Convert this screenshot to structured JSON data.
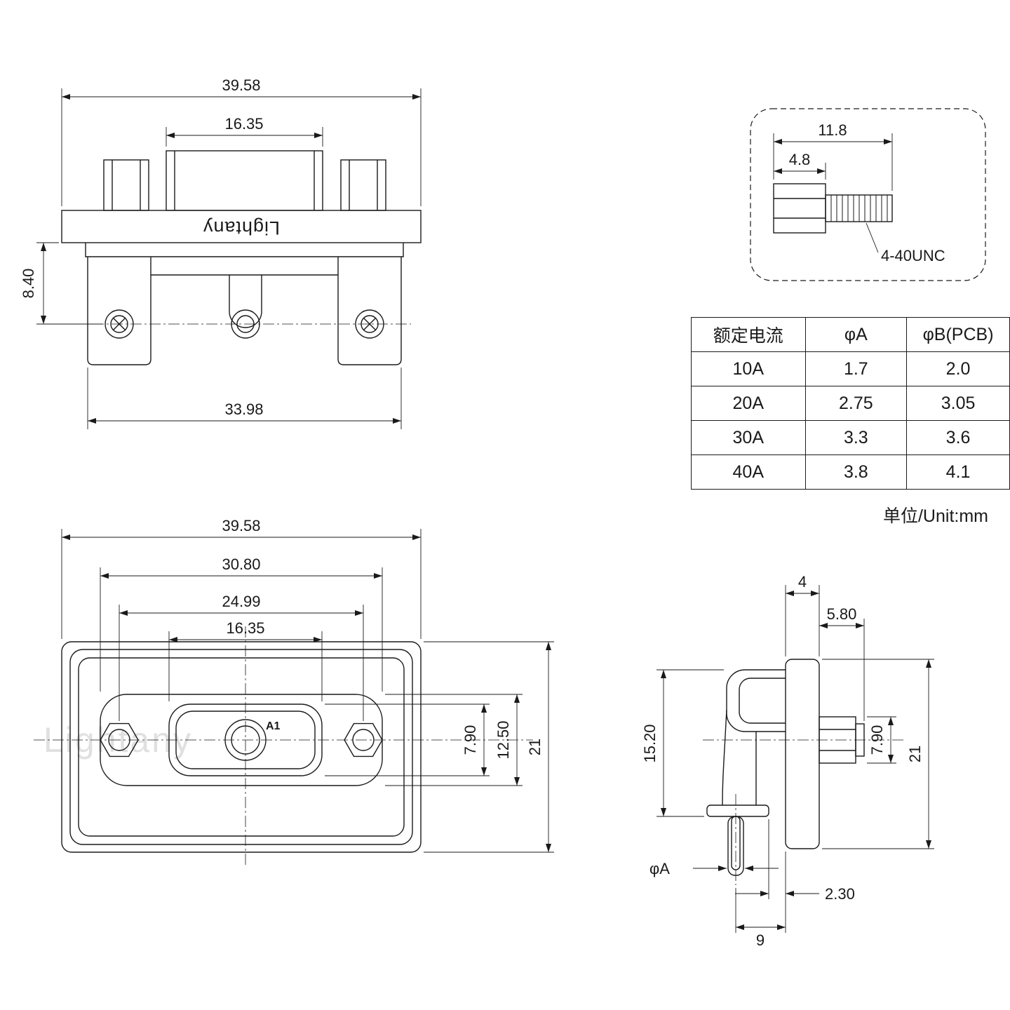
{
  "meta": {
    "unit_note": "单位/Unit:mm",
    "brand": "Lightany",
    "watermark": "Lightany"
  },
  "top_view": {
    "dim_overall_width": "39.58",
    "dim_insert_width": "16.35",
    "dim_flange_to_hole": "8.40",
    "dim_mount_span": "33.98"
  },
  "screw_detail": {
    "dim_total_length": "11.8",
    "dim_head_length": "4.8",
    "thread_label": "4-40UNC"
  },
  "spec_table": {
    "headers": [
      "额定电流",
      "φA",
      "φB(PCB)"
    ],
    "rows": [
      [
        "10A",
        "1.7",
        "2.0"
      ],
      [
        "20A",
        "2.75",
        "3.05"
      ],
      [
        "30A",
        "3.3",
        "3.6"
      ],
      [
        "40A",
        "3.8",
        "4.1"
      ]
    ]
  },
  "front_view": {
    "dim_overall_width": "39.58",
    "dim_groove_width": "30.80",
    "dim_hole_span": "24.99",
    "dim_insert_width": "16.35",
    "dim_insert_height": "7.90",
    "dim_face_height": "12.50",
    "dim_overall_height": "21",
    "pin_label": "A1"
  },
  "side_view": {
    "dim_flange_thickness": "4",
    "dim_front_length": "5.80",
    "dim_body_height": "15.20",
    "dim_boss_height": "7.90",
    "dim_overall_height": "21",
    "dim_pin_dia": "φA",
    "dim_offset": "2.30",
    "dim_pin_to_face": "9"
  }
}
